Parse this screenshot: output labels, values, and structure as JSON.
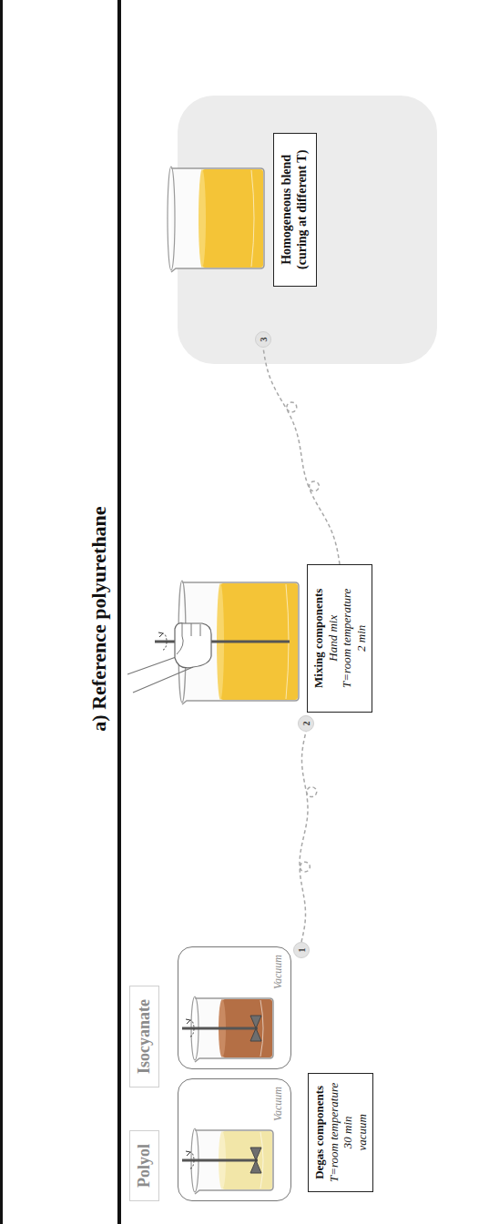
{
  "diagram": {
    "title": "a) Reference polyurethane",
    "nodes": [
      {
        "text": [
          "Polyol"
        ]
      },
      {
        "text": [
          "Isocyanate"
        ]
      },
      {
        "text": [
          "Vacuum"
        ]
      },
      {
        "text": [
          "Vacuum"
        ]
      },
      {
        "text": [
          "Degas components",
          "T=room temperature",
          "30 min",
          "vacuum"
        ]
      },
      {
        "text": [
          "1"
        ]
      },
      {
        "text": [
          "2"
        ]
      },
      {
        "text": [
          "Mixing components",
          "Hand mix",
          "T=room temperature",
          "2 min"
        ]
      },
      {
        "text": [
          "3"
        ]
      },
      {
        "text": [
          "Homogeneous blend",
          "(curing at different T)"
        ]
      }
    ],
    "edges": [
      {
        "from": 5,
        "to": 6,
        "arrow": "none"
      },
      {
        "from": 7,
        "to": 8,
        "arrow": "none"
      }
    ]
  }
}
